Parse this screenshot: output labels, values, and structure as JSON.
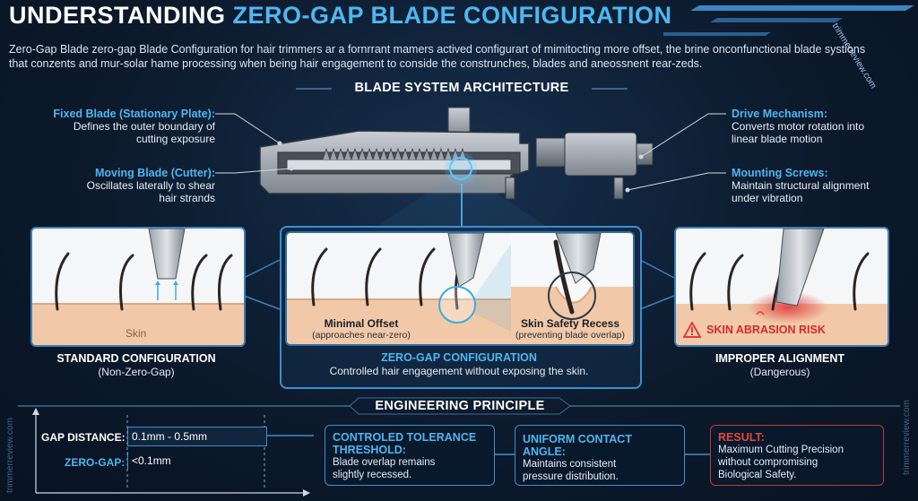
{
  "title": {
    "part1": "UNDERSTANDING",
    "part2": "ZERO-GAP BLADE CONFIGURATION"
  },
  "watermark": "trimmerreview.com",
  "intro": "Zero-Gap Blade zero-gap Blade Configuration for hair trimmers ar a fornrrant mamers actived configurart of mimitocting more offset, the brine onconfunctional blade systions that conzents and mur-solar hame processing when being hair engagement to conside the construnches, blades and  aneossnent rear-zeds.",
  "architecture": {
    "heading": "BLADE SYSTEM ARCHITECTURE",
    "fixed_blade": {
      "title": "Fixed Blade (Stationary Plate):",
      "desc": [
        "Defines the outer boundary of",
        "cutting exposure"
      ]
    },
    "moving_blade": {
      "title": "Moving Blade (Cutter):",
      "desc": [
        "Oscillates laterally to shear",
        "hair strands"
      ]
    },
    "drive": {
      "title": "Drive Mechanism:",
      "desc": [
        "Converts motor rotation into",
        "linear blade motion"
      ]
    },
    "screws": {
      "title": "Mounting Screws:",
      "desc": [
        "Maintain structural alignment",
        "under vibration"
      ]
    }
  },
  "panels": {
    "standard": {
      "skin_label": "Skin",
      "title": "STANDARD CONFIGURATION",
      "sub": "(Non-Zero-Gap)"
    },
    "zero_gap": {
      "offset_title": "Minimal Offset",
      "offset_sub": "(approaches near-zero)",
      "recess_title": "Skin Safety Recess",
      "recess_sub": "(preventing blade overlap)",
      "title": "ZERO-GAP CONFIGURATION",
      "sub": "Controlled hair engagement without exposing the skin."
    },
    "improper": {
      "warning": "SKIN ABRASION RISK",
      "title": "IMPROPER ALIGNMENT",
      "sub": "(Dangerous)"
    }
  },
  "principle": {
    "heading": "ENGINEERING PRINCIPLE",
    "gap_label": "GAP DISTANCE:",
    "gap_value": "0.1mm - 0.5mm",
    "zero_label": "ZERO-GAP:",
    "zero_value": "<0.1mm",
    "tolerance": {
      "title": [
        "CONTROLED TOLERANCE",
        "THRESHOLD:"
      ],
      "desc": [
        "Blade overlap remains",
        "slightly recessed."
      ]
    },
    "angle": {
      "title": "UNIFORM CONTACT ANGLE:",
      "desc": [
        "Maintains consistent",
        "pressure distribution."
      ]
    },
    "result": {
      "title": "RESULT:",
      "desc": [
        "Maximum Cutting Precision",
        "without compromising",
        "Biological Safety."
      ]
    }
  },
  "colors": {
    "accent": "#4fb6f0",
    "panel_border": "#3d7fb8",
    "skin": "#f1c9a8",
    "danger": "#e23a3a",
    "background": "#0c1a2c"
  }
}
